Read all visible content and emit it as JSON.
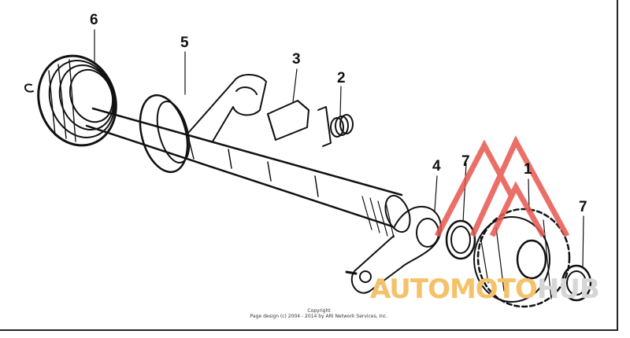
{
  "diagram": {
    "callouts": [
      {
        "id": "6",
        "label": "6"
      },
      {
        "id": "5",
        "label": "5"
      },
      {
        "id": "3",
        "label": "3"
      },
      {
        "id": "2",
        "label": "2"
      },
      {
        "id": "4",
        "label": "4"
      },
      {
        "id": "7a",
        "label": "7"
      },
      {
        "id": "1",
        "label": "1"
      },
      {
        "id": "7b",
        "label": "7"
      }
    ],
    "copyright": {
      "line1": "Copyright",
      "line2": "Page design (c) 2004 - 2014 by ARI Network Services, Inc."
    }
  },
  "watermark": {
    "text_part1": "AUTOMOTO",
    "text_part2": "HUB",
    "colors": {
      "mark": "#e8564f",
      "text_part1": "#f5c26a",
      "text_part2": "#d6d6d6"
    }
  },
  "colors": {
    "ink": "#111111",
    "background": "#ffffff"
  }
}
